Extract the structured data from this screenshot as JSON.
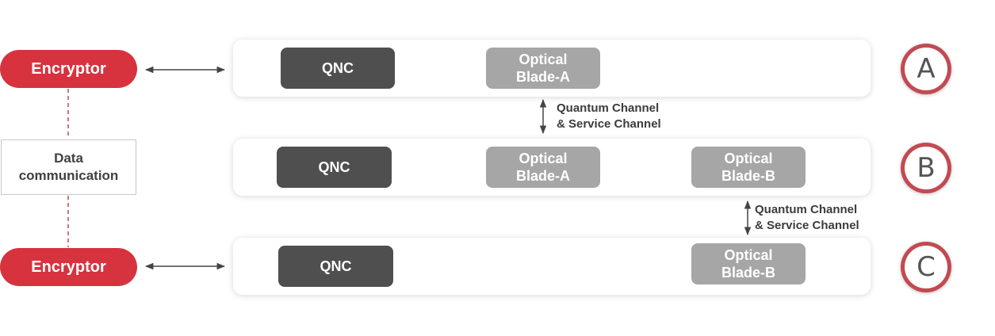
{
  "left": {
    "encryptor_top": "Encryptor",
    "encryptor_bottom": "Encryptor",
    "data_communication": "Data\ncommunication"
  },
  "nodes": [
    {
      "badge": "A",
      "qnc": "QNC",
      "blade_a": "Optical\nBlade-A"
    },
    {
      "badge": "B",
      "qnc": "QNC",
      "blade_a": "Optical\nBlade-A",
      "blade_b": "Optical\nBlade-B"
    },
    {
      "badge": "C",
      "qnc": "QNC",
      "blade_b": "Optical\nBlade-B"
    }
  ],
  "channels": {
    "ab": "Quantum Channel\n& Service Channel",
    "bc": "Quantum Channel\n& Service Channel"
  },
  "colors": {
    "encryptor": "#d6333f",
    "qnc": "#4f4f4f",
    "blade": "#a6a6a6",
    "badge_ring": "#c24a52"
  }
}
